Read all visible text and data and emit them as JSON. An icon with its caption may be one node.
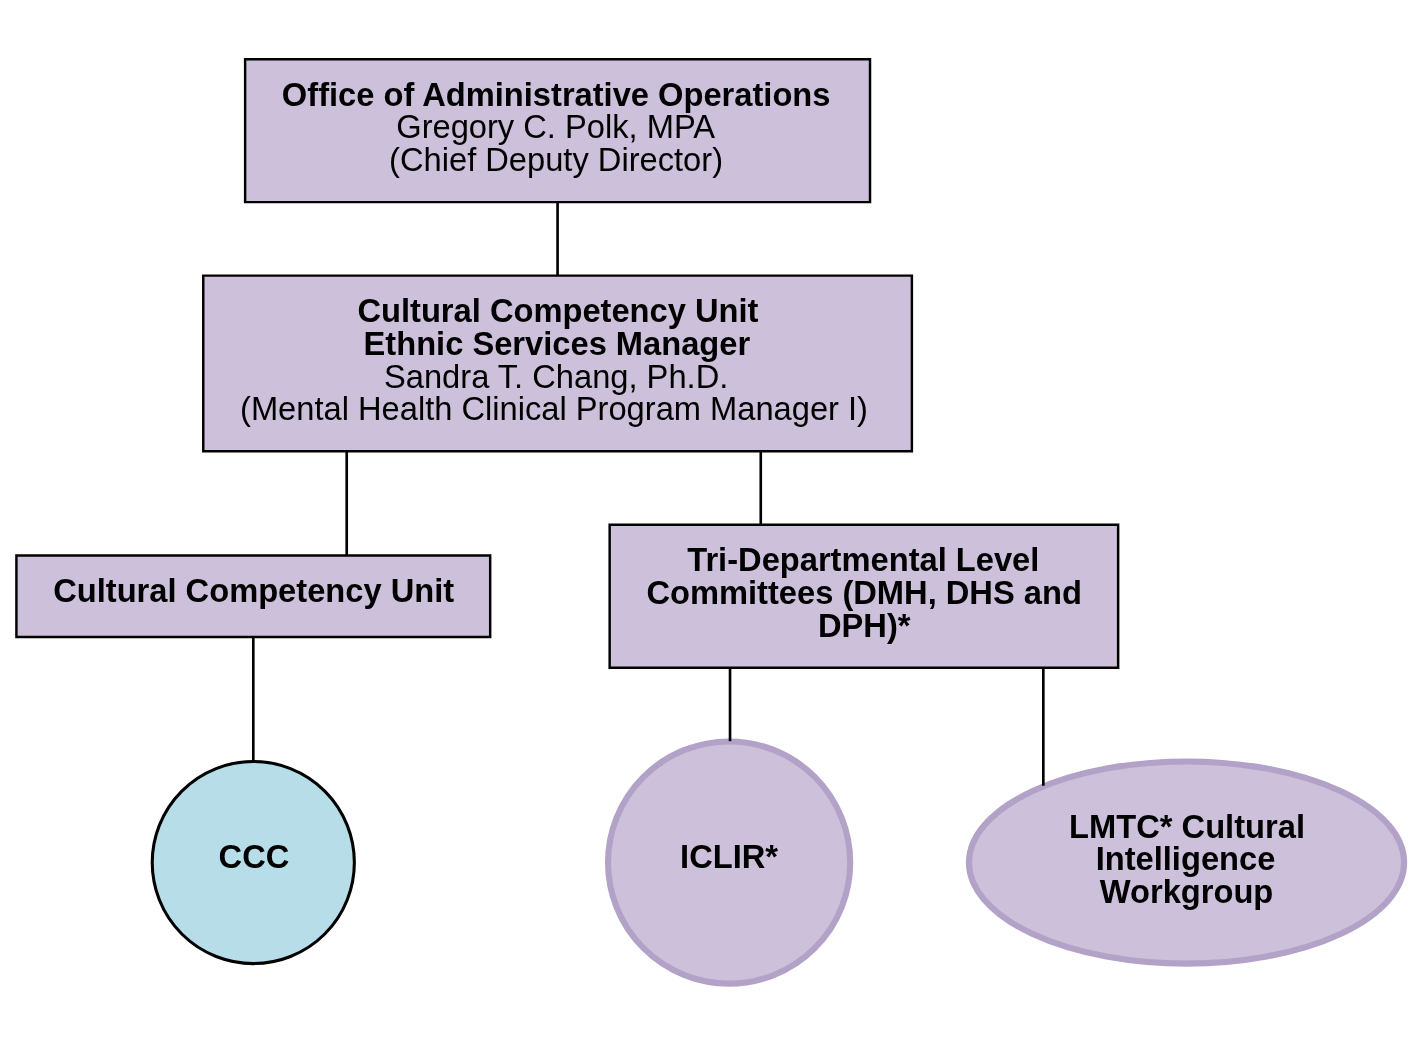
{
  "diagram": {
    "nodes": [
      {
        "text": [
          "Office of Administrative Operations",
          "Gregory C. Polk, MPA",
          "(Chief Deputy Director)"
        ]
      },
      {
        "text": [
          "Cultural Competency Unit",
          "Ethnic Services Manager",
          "Sandra T. Chang, Ph.D.",
          "(Mental Health Clinical Program Manager I)"
        ]
      },
      {
        "text": [
          "Cultural Competency Unit"
        ]
      },
      {
        "text": [
          "Tri-Departmental Level Committees (DMH, DHS and DPH)*"
        ]
      },
      {
        "text": [
          "CCC"
        ]
      },
      {
        "text": [
          "ICLIR*"
        ]
      },
      {
        "text": [
          "LMTC* Cultural Intelligence Workgroup"
        ]
      }
    ],
    "edges": [
      {
        "from": 0,
        "to": 1,
        "arrow": "none"
      },
      {
        "from": 1,
        "to": 2,
        "arrow": "none"
      },
      {
        "from": 1,
        "to": 3,
        "arrow": "none"
      },
      {
        "from": 2,
        "to": 4,
        "arrow": "none"
      },
      {
        "from": 3,
        "to": 5,
        "arrow": "none"
      },
      {
        "from": 3,
        "to": 6,
        "arrow": "none"
      }
    ]
  }
}
